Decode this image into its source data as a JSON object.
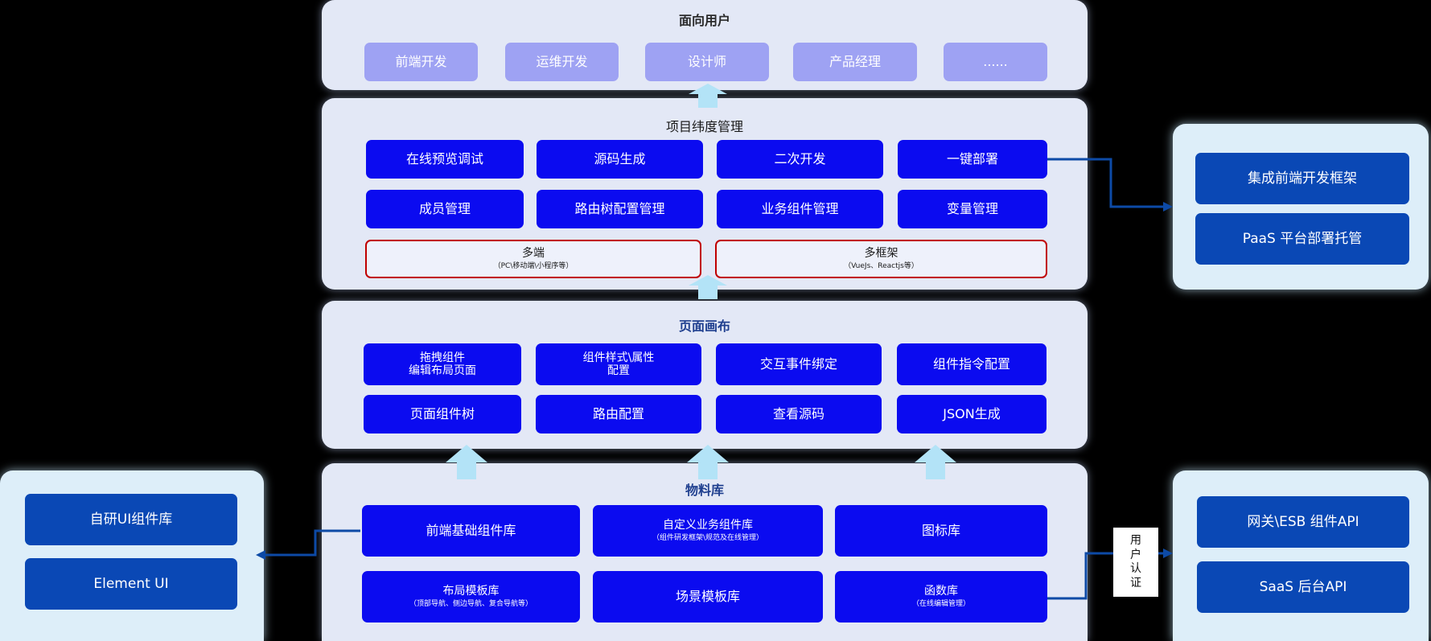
{
  "top": {
    "title": "面向用户",
    "roles": [
      "前端开发",
      "运维开发",
      "设计师",
      "产品经理",
      "......"
    ]
  },
  "project": {
    "title": "项目纬度管理",
    "row1": [
      "在线预览调试",
      "源码生成",
      "二次开发",
      "一键部署"
    ],
    "row2": [
      "成员管理",
      "路由树配置管理",
      "业务组件管理",
      "变量管理"
    ],
    "multi_end": {
      "label": "多端",
      "sub": "（PC\\移动端\\小程序等）"
    },
    "multi_fw": {
      "label": "多框架",
      "sub": "（VueJs、Reactjs等）"
    }
  },
  "canvas": {
    "title": "页面画布",
    "drag": [
      "拖拽组件",
      "编辑布局页面"
    ],
    "style": [
      "组件样式\\属性",
      "配置"
    ],
    "row1": [
      "交互事件绑定",
      "组件指令配置"
    ],
    "row2": [
      "页面组件树",
      "路由配置",
      "查看源码",
      "JSON生成"
    ]
  },
  "materials": {
    "title": "物料库",
    "base": "前端基础组件库",
    "custom": {
      "label": "自定义业务组件库",
      "sub": "（组件研发框架\\规范及在线管理）"
    },
    "icons": "图标库",
    "layout": {
      "label": "布局模板库",
      "sub": "（顶部导航、侧边导航、复合导航等）"
    },
    "scene": "场景模板库",
    "func": {
      "label": "函数库",
      "sub": "（在线编辑管理）"
    }
  },
  "right_top": [
    "集成前端开发框架",
    "PaaS 平台部署托管"
  ],
  "left": [
    "自研UI组件库",
    "Element UI"
  ],
  "right_bottom": [
    "网关\\ESB 组件API",
    "SaaS 后台API"
  ],
  "auth": [
    "用",
    "户",
    "认",
    "证"
  ],
  "colors": {
    "panel": "#e3e8f6",
    "lavender": "#9ea2f3",
    "blue": "#0b0bf0",
    "dark_blue": "#0a48b5",
    "red_border": "#c00000",
    "arrow": "#b3e3f7",
    "connector": "#0d4aa6"
  }
}
